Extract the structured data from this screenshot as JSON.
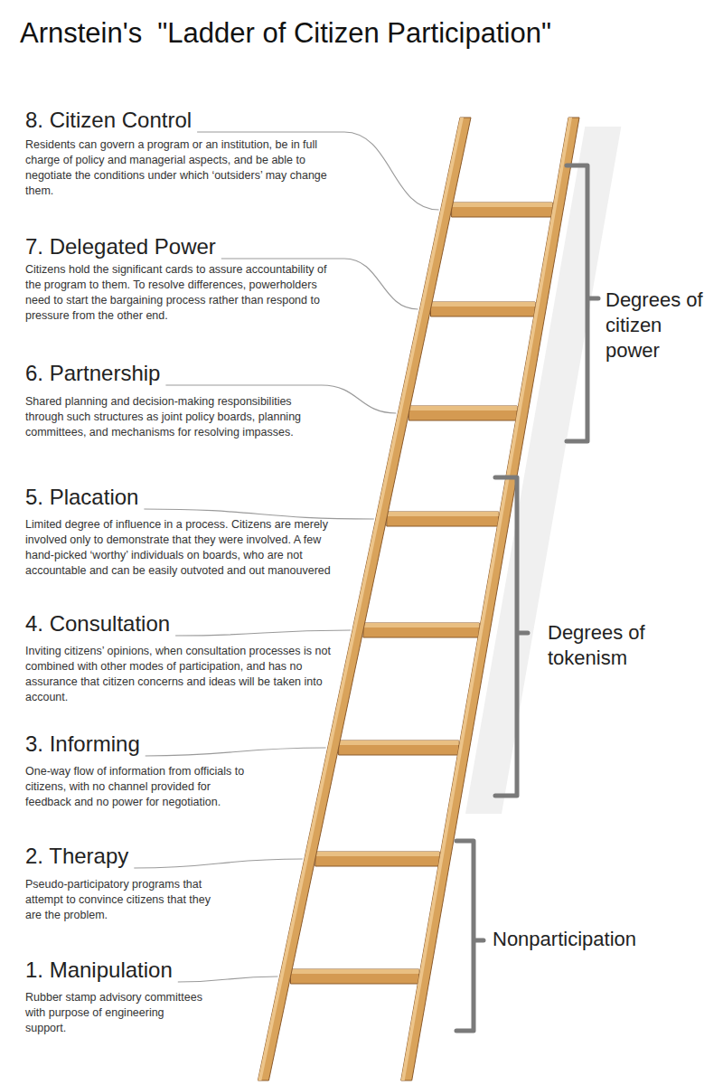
{
  "diagram": {
    "title": "Arnstein's  \"Ladder of Citizen Participation\"",
    "labels": [
      "8. Citizen Control",
      "Residents can govern a program or an institution, be in full charge of policy and managerial aspects, and be able to negotiate the conditions under which ‘outsiders’ may change them.",
      "7. Delegated Power",
      "Citizens hold the significant cards to assure accountability of the program to them. To resolve differences, powerholders need to start the bargaining process rather than respond to pressure from the other end.",
      "6. Partnership",
      "Shared planning and decision-making responsibilities through such structures as joint policy boards, planning committees, and mechanisms for resolving impasses.",
      "5. Placation",
      "Limited degree of influence in a process. Citizens are merely involved only to demonstrate that they were involved. A few hand-picked ‘worthy’ individuals on boards, who are not accountable and can be easily outvoted and out manouvered",
      "4. Consultation",
      "Inviting citizens’ opinions, when consultation processes is not combined with other modes of participation, and has no assurance that citizen concerns and ideas will be taken into account.",
      "3. Informing",
      "One-way flow of information from officials to citizens, with no channel provided for feedback and no power for negotiation.",
      "2. Therapy",
      "Pseudo-participatory programs that attempt to convince citizens that they are the problem.",
      "1. Manipulation",
      "Rubber stamp advisory committees with purpose of engineering support.",
      "Degrees of citizen power",
      "Degrees of tokenism",
      "Nonparticipation"
    ]
  }
}
